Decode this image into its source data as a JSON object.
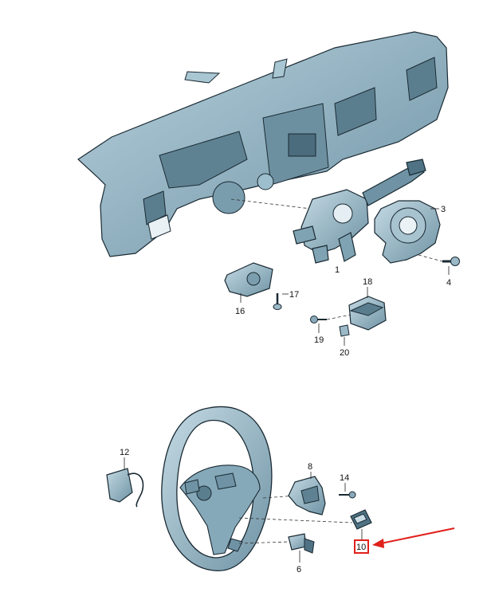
{
  "callouts": {
    "c1": "1",
    "c3": "3",
    "c4": "4",
    "c6": "6",
    "c8": "8",
    "c10": "10",
    "c12": "12",
    "c14": "14",
    "c16": "16",
    "c17": "17",
    "c18": "18",
    "c19": "19",
    "c20": "20"
  },
  "colors": {
    "part_fill": "#8fb3c4",
    "part_dark": "#4f7384",
    "part_light": "#c9dde6",
    "highlight": "#e0201b"
  },
  "highlighted_callout": "10"
}
